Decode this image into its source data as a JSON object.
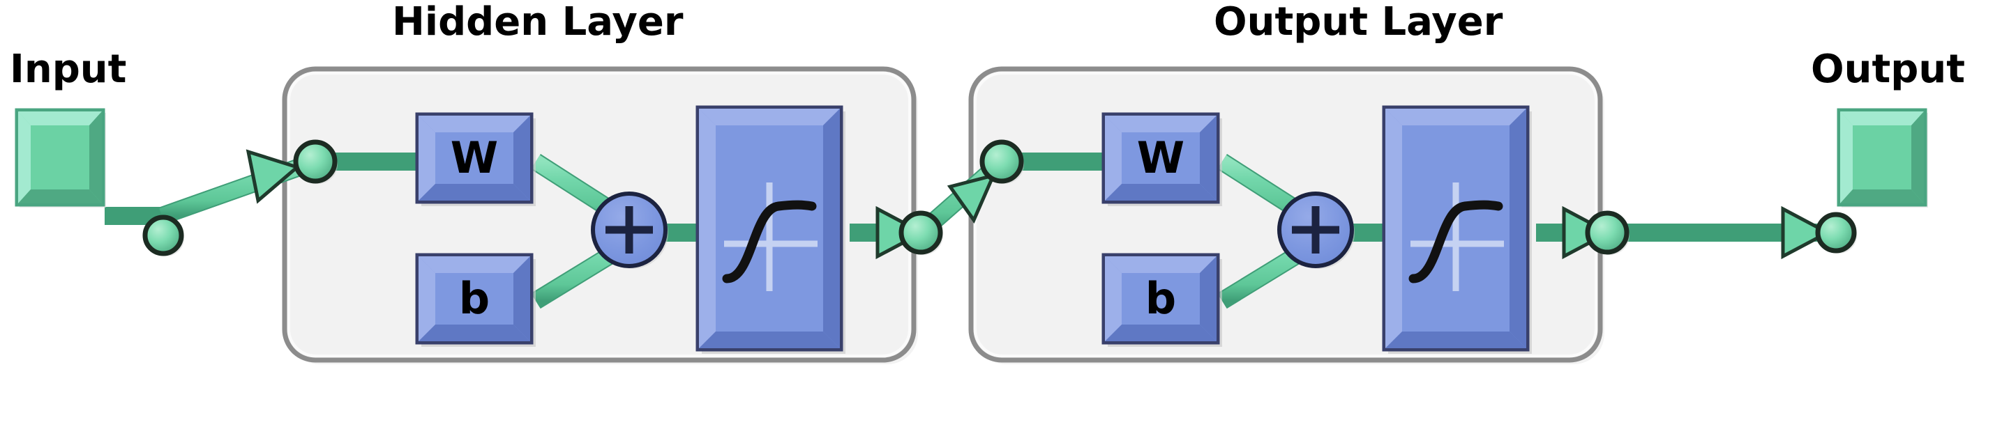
{
  "diagram": {
    "type": "neural-network-architecture",
    "title_labels": {
      "input": "Input",
      "hidden_layer": "Hidden Layer",
      "output_layer": "Output Layer",
      "output": "Output"
    },
    "blocks": {
      "weight": "W",
      "bias": "b",
      "sum": "+",
      "activation": "sigmoid-curve"
    },
    "layers": [
      {
        "name": "Hidden Layer",
        "blocks": [
          "W",
          "b",
          "+",
          "sigmoid-curve"
        ]
      },
      {
        "name": "Output Layer",
        "blocks": [
          "W",
          "b",
          "+",
          "sigmoid-curve"
        ]
      }
    ],
    "colors": {
      "signal_green": "#6ed5a8",
      "signal_green_light": "#a8ebcb",
      "signal_green_dark": "#3f9e77",
      "block_blue": "#7e98e0",
      "block_blue_light": "#9db0ea",
      "block_blue_dark": "#5f78c4",
      "block_border": "#39406b",
      "container_fill": "#f2f2f2",
      "container_border": "#8c8c8c",
      "label_text": "#000000"
    }
  }
}
